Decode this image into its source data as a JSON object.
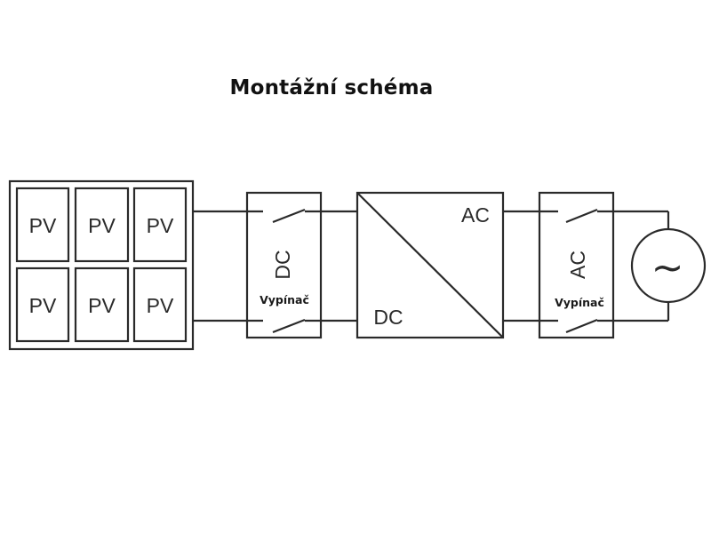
{
  "title": "Montážní schéma",
  "pv_panel": {
    "cells": [
      "PV",
      "PV",
      "PV",
      "PV",
      "PV",
      "PV"
    ]
  },
  "dc_switch": {
    "label": "DC",
    "caption": "Vypínač"
  },
  "inverter": {
    "output_label": "AC",
    "input_label": "DC"
  },
  "ac_switch": {
    "label": "AC",
    "caption": "Vypínač"
  },
  "grid_source": {
    "symbol": "~"
  }
}
